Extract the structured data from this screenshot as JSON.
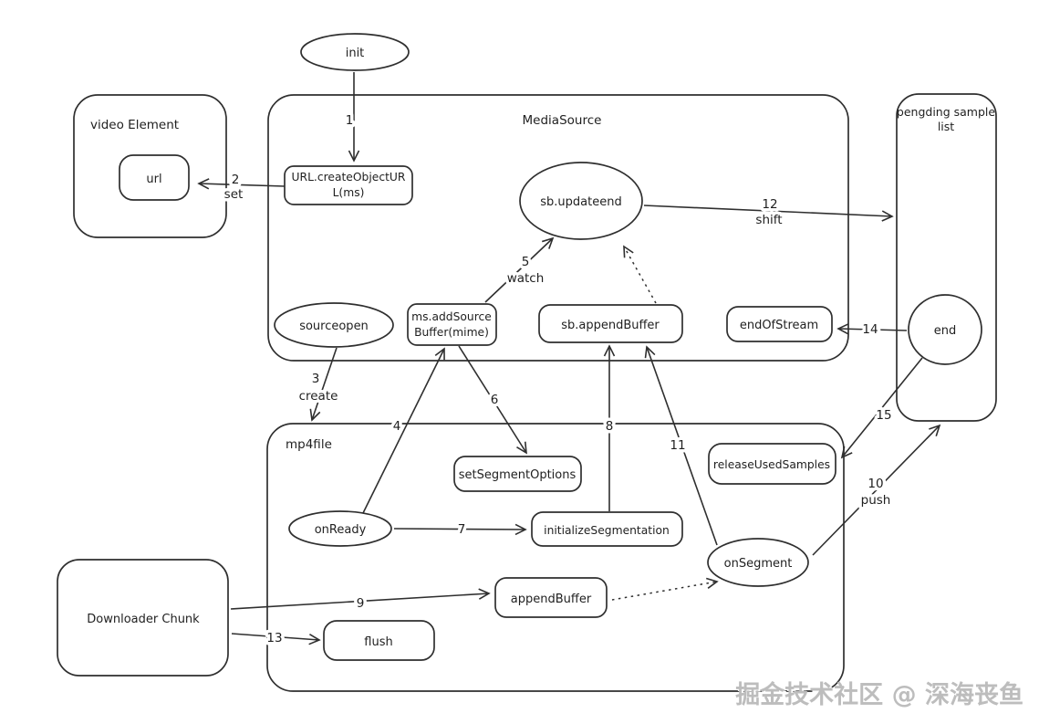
{
  "containers": {
    "video_element": {
      "label": "video Element"
    },
    "media_source": {
      "label": "MediaSource"
    },
    "pending_sample_list": {
      "label_line1": "pengding sample",
      "label_line2": "list"
    },
    "mp4file": {
      "label": "mp4file"
    }
  },
  "nodes": {
    "init": {
      "label": "init"
    },
    "url": {
      "label": "url"
    },
    "create_object_url": {
      "line1": "URL.createObjectUR",
      "line2": "L(ms)"
    },
    "sb_updateend": {
      "label": "sb.updateend"
    },
    "sourceopen": {
      "label": "sourceopen"
    },
    "ms_add_source_buffer": {
      "line1": "ms.addSource",
      "line2": "Buffer(mime)"
    },
    "sb_append_buffer": {
      "label": "sb.appendBuffer"
    },
    "end_of_stream": {
      "label": "endOfStream"
    },
    "end": {
      "label": "end"
    },
    "set_segment_options": {
      "label": "setSegmentOptions"
    },
    "on_ready": {
      "label": "onReady"
    },
    "initialize_segmentation": {
      "label": "initializeSegmentation"
    },
    "release_used_samples": {
      "label": "releaseUsedSamples"
    },
    "on_segment": {
      "label": "onSegment"
    },
    "append_buffer": {
      "label": "appendBuffer"
    },
    "flush": {
      "label": "flush"
    },
    "downloader_chunk": {
      "label": "Downloader Chunk"
    }
  },
  "edges": {
    "e1": {
      "num": "1"
    },
    "e2": {
      "num": "2",
      "verb": "set"
    },
    "e3": {
      "num": "3",
      "verb": "create"
    },
    "e4": {
      "num": "4"
    },
    "e5": {
      "num": "5",
      "verb": "watch"
    },
    "e6": {
      "num": "6"
    },
    "e7": {
      "num": "7"
    },
    "e8": {
      "num": "8"
    },
    "e9": {
      "num": "9"
    },
    "e10": {
      "num": "10",
      "verb": "push"
    },
    "e11": {
      "num": "11"
    },
    "e12": {
      "num": "12",
      "verb": "shift"
    },
    "e13": {
      "num": "13"
    },
    "e14": {
      "num": "14"
    },
    "e15": {
      "num": "15"
    }
  },
  "watermark": {
    "text": "掘金技术社区 @ 深海丧鱼"
  },
  "colors": {
    "stroke": "#2f2f2f",
    "background": "#ffffff",
    "watermark_gray": "#bdbdbd"
  }
}
